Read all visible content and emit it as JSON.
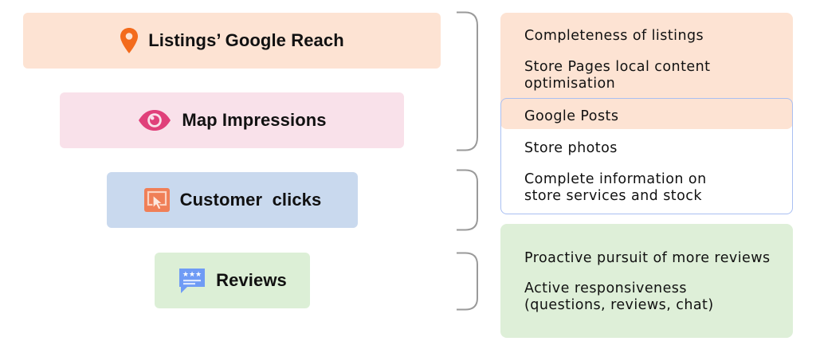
{
  "funnel": {
    "reach": {
      "label": "Listings’ Google Reach",
      "icon": "map-pin-icon",
      "color": "#fde3d3",
      "icon_color": "#f36b1c"
    },
    "impressions": {
      "label": "Map Impressions",
      "icon": "eye-icon",
      "color": "#f9e1ea",
      "icon_color": "#e0407a"
    },
    "clicks": {
      "label": "Customer  clicks",
      "icon": "click-icon",
      "color": "#c9d9ee",
      "icon_color": "#f07f57"
    },
    "reviews": {
      "label": "Reviews",
      "icon": "review-bubble-icon",
      "color": "#dcefd6",
      "icon_color": "#6f9bf5"
    }
  },
  "actions": {
    "orange_panel_color": "#fde3d3",
    "blue_panel_border": "#a9bff2",
    "green_panel_color": "#deefd8",
    "items": [
      "Completeness of listings",
      "Store Pages local content\noptimisation",
      "Google Posts",
      "Store photos",
      "Complete information on\nstore services and stock",
      "Proactive pursuit of more reviews",
      "Active responsiveness\n(questions, reviews, chat)"
    ]
  }
}
